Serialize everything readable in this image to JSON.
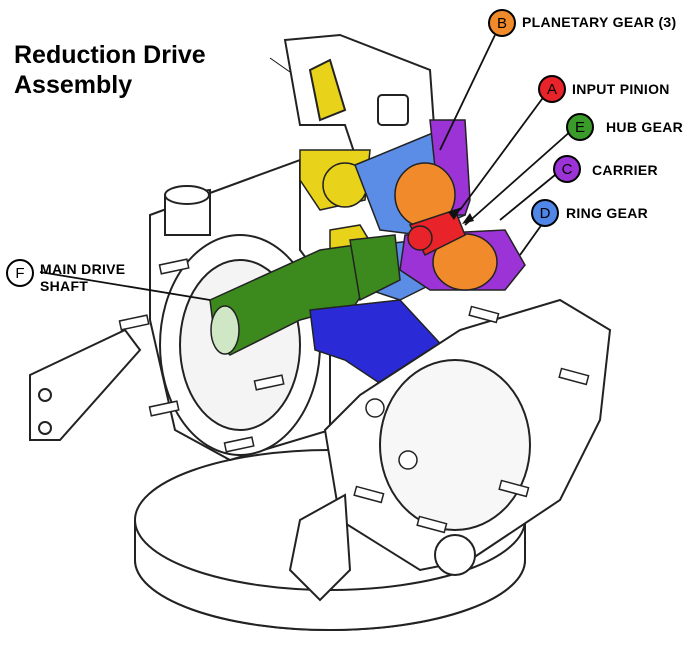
{
  "title_line1": "Reduction Drive",
  "title_line2": "Assembly",
  "callouts": [
    {
      "letter": "B",
      "label": "PLANETARY GEAR (3)",
      "color": "#f08a2a"
    },
    {
      "letter": "A",
      "label": "INPUT PINION",
      "color": "#e8242a"
    },
    {
      "letter": "E",
      "label": "HUB GEAR",
      "color": "#3a9a2a"
    },
    {
      "letter": "C",
      "label": "CARRIER",
      "color": "#9b33d6"
    },
    {
      "letter": "D",
      "label": "RING GEAR",
      "color": "#4f86e8"
    },
    {
      "letter": "F",
      "label_line1": "MAIN DRIVE",
      "label_line2": "SHAFT",
      "color": "#ffffff"
    }
  ],
  "colors": {
    "line": "#111111",
    "outline": "#222222",
    "blue_shaft": "#2a2ad6",
    "green_shaft": "#3c8a1e",
    "yellow_gear": "#e8d21a",
    "light_blue_housing": "#5b8ce6",
    "purple_carrier": "#9b33d6",
    "orange_planet": "#f08a2a",
    "red_pinion": "#e8242a"
  }
}
